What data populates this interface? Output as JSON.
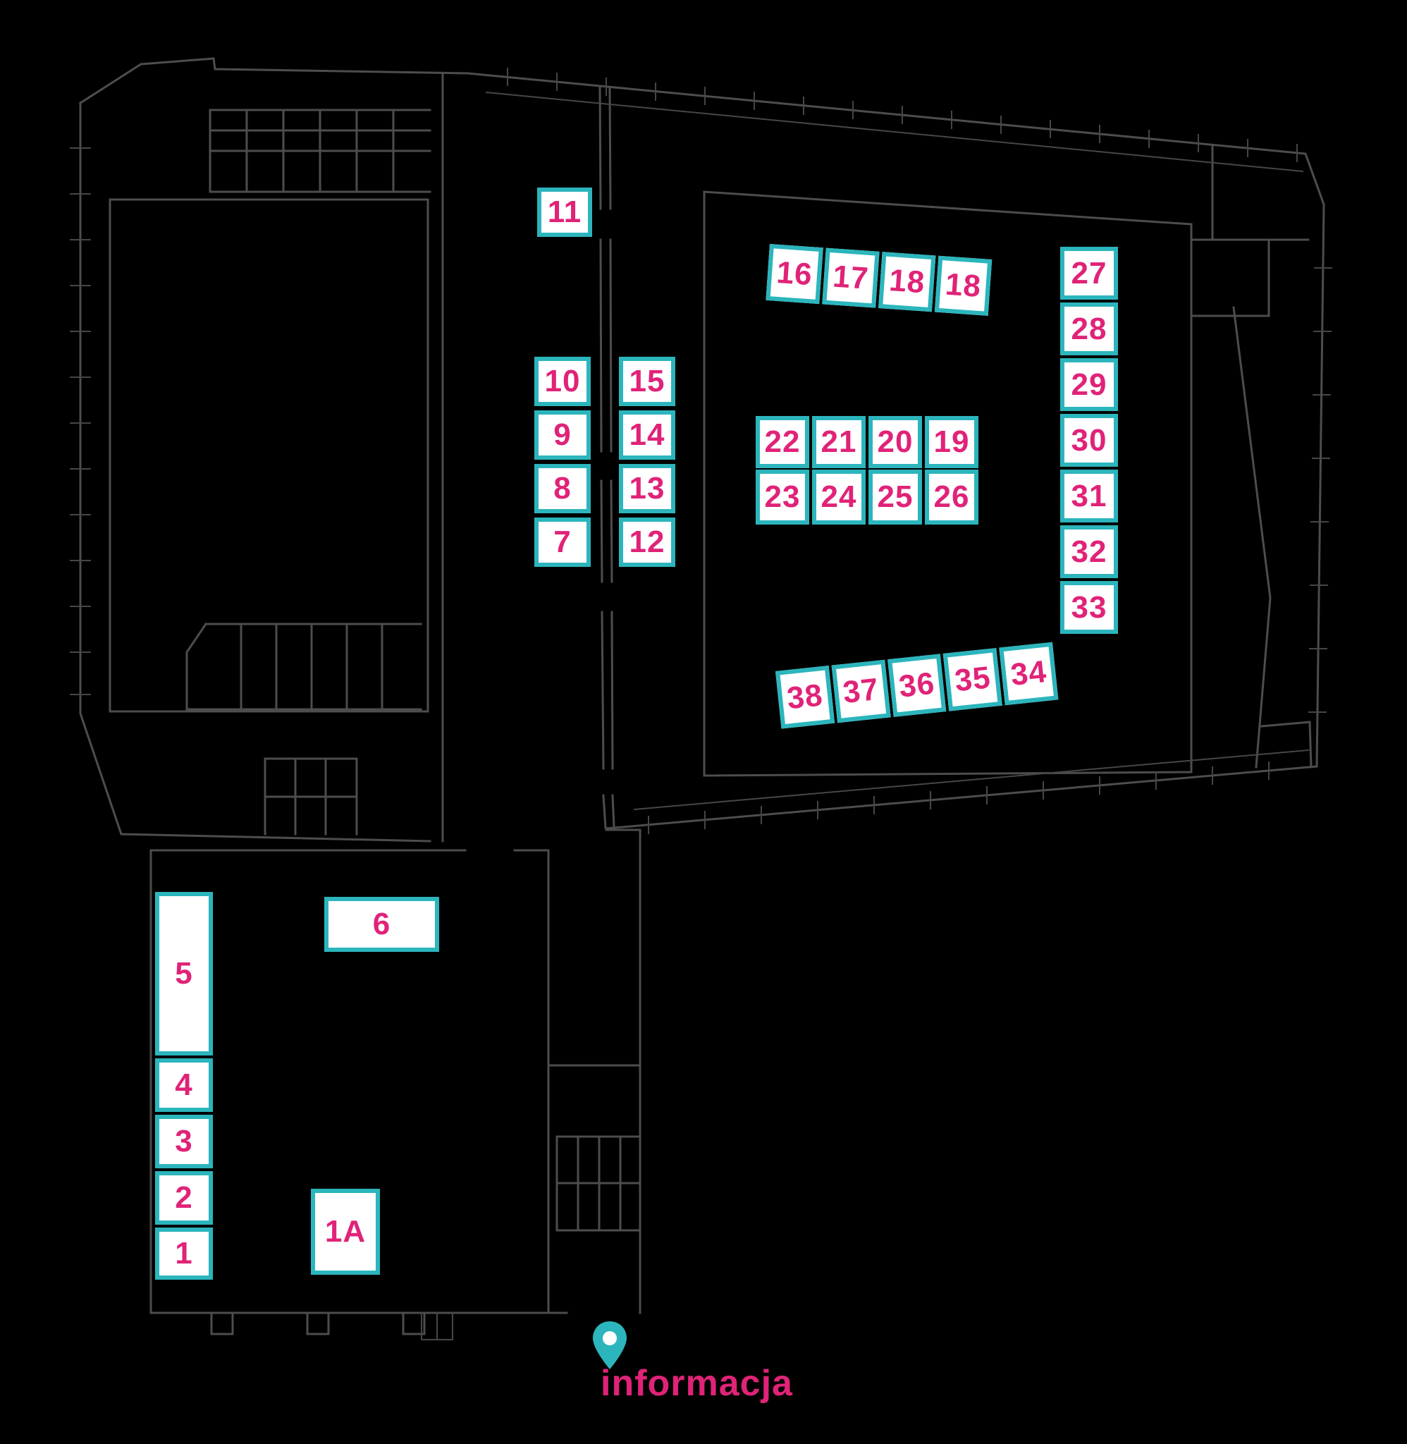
{
  "palette": {
    "page_bg": "#000000",
    "wall_line": "#4d4d4d",
    "wall_detail": "#464646",
    "booth_border": "#2cb5bc",
    "booth_fill": "#ffffff",
    "number_color": "#e02378",
    "pin_color": "#2cb5bc",
    "info_color": "#e02378"
  },
  "booths": {
    "single_top": "11",
    "corridor_column": [
      "10",
      "9",
      "8",
      "7"
    ],
    "hall_column": [
      "15",
      "14",
      "13",
      "12"
    ],
    "top_angled_row": [
      "16",
      "17",
      "18",
      "18"
    ],
    "center_row_upper": [
      "22",
      "21",
      "20",
      "19"
    ],
    "center_row_lower": [
      "23",
      "24",
      "25",
      "26"
    ],
    "right_column": [
      "27",
      "28",
      "29",
      "30",
      "31",
      "32",
      "33"
    ],
    "bottom_angled_row": [
      "38",
      "37",
      "36",
      "35",
      "34"
    ],
    "left_strip": [
      "5",
      "4",
      "3",
      "2",
      "1"
    ],
    "wide_booth": "6",
    "entry_booth": "1A"
  },
  "info": {
    "label": "informacja"
  }
}
